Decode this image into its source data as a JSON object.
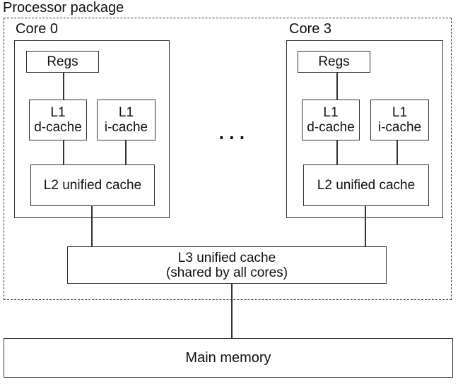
{
  "diagram": {
    "title": "Processor package",
    "ellipsis": "...",
    "cores": [
      {
        "label": "Core 0",
        "regs": "Regs",
        "l1d": [
          "L1",
          "d-cache"
        ],
        "l1i": [
          "L1",
          "i-cache"
        ],
        "l2": "L2 unified cache"
      },
      {
        "label": "Core 3",
        "regs": "Regs",
        "l1d": [
          "L1",
          "d-cache"
        ],
        "l1i": [
          "L1",
          "i-cache"
        ],
        "l2": "L2 unified cache"
      }
    ],
    "l3": [
      "L3 unified cache",
      "(shared by all cores)"
    ],
    "main_memory": "Main memory",
    "colors": {
      "line": "#333333",
      "text": "#111111",
      "background": "#ffffff"
    }
  }
}
